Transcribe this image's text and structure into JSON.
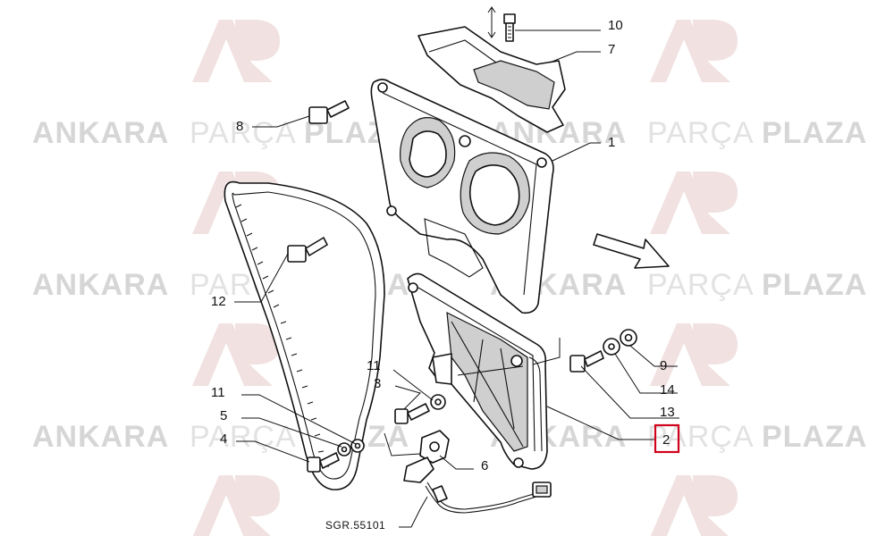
{
  "watermark": {
    "brand_word_1": "ANKARA",
    "brand_word_2": "PARÇA",
    "brand_word_3": "PLAZA",
    "logo_glyph": "AP"
  },
  "diagram": {
    "drawing_code": "SGR.55101",
    "highlighted_label": "2",
    "callouts": [
      {
        "id": "c10",
        "text": "10"
      },
      {
        "id": "c7",
        "text": "7"
      },
      {
        "id": "c8",
        "text": "8"
      },
      {
        "id": "c1",
        "text": "1"
      },
      {
        "id": "c12",
        "text": "12"
      },
      {
        "id": "c9",
        "text": "9"
      },
      {
        "id": "c14",
        "text": "14"
      },
      {
        "id": "c13",
        "text": "13"
      },
      {
        "id": "c2",
        "text": "2"
      },
      {
        "id": "c11a",
        "text": "11"
      },
      {
        "id": "c3",
        "text": "3"
      },
      {
        "id": "c11b",
        "text": "11"
      },
      {
        "id": "c5",
        "text": "5"
      },
      {
        "id": "c4",
        "text": "4"
      },
      {
        "id": "c6",
        "text": "6"
      }
    ]
  },
  "colors": {
    "highlight": "#d0021b",
    "watermark": "#dcdcdc",
    "line": "#111111"
  }
}
